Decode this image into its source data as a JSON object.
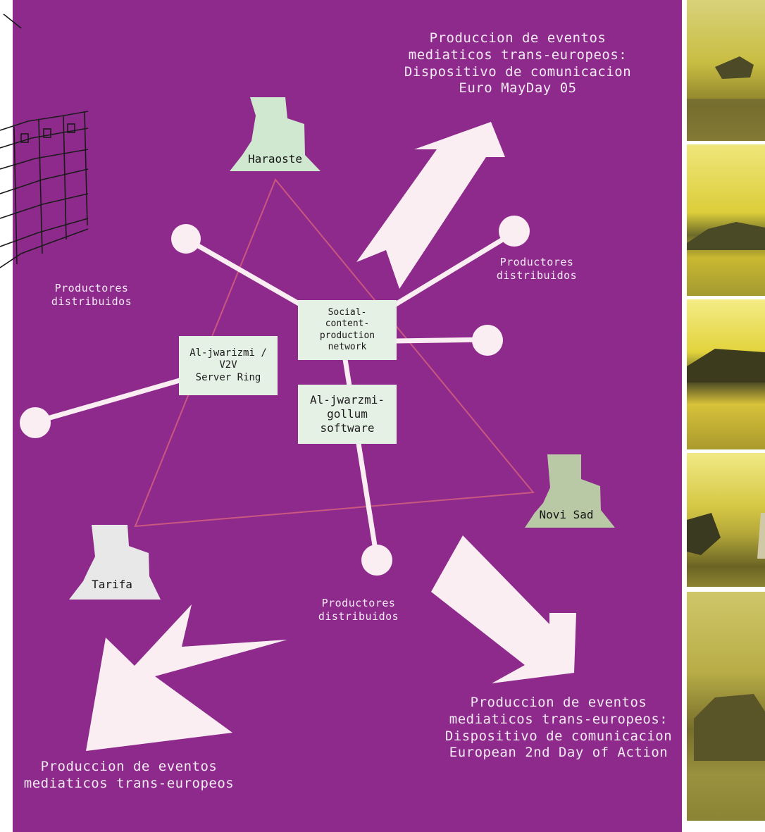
{
  "headings": {
    "top_right": [
      "Produccion de eventos",
      "mediaticos trans-europeos:",
      "Dispositivo de comunicacion",
      "Euro MayDay 05"
    ],
    "bottom_right": [
      "Produccion de eventos",
      "mediaticos trans-europeos:",
      "Dispositivo de comunicacion",
      "European 2nd Day of Action"
    ],
    "bottom_left": [
      "Produccion de eventos",
      "mediaticos trans-europeos"
    ]
  },
  "distributed_producers": {
    "left": [
      "Productores",
      "distribuidos"
    ],
    "right": [
      "Productores",
      "distribuidos"
    ],
    "bottom": [
      "Productores",
      "distribuidos"
    ]
  },
  "boxes": {
    "social_network": [
      "Social-",
      "content-",
      "production",
      "network"
    ],
    "server_ring": [
      "Al-jwarizmi /",
      "V2V",
      "Server Ring"
    ],
    "gollum": [
      "Al-jwarzmi-",
      "gollum",
      "software"
    ]
  },
  "places": {
    "harqoste": "Haraoste",
    "novi_sad": "Novi Sad",
    "tarifa": "Tarifa"
  },
  "colors": {
    "background": "#8e2a8c",
    "arrow": "#fbeef3",
    "box": "#e6f1e6",
    "triangle": "#c9577f",
    "place_green": "#cfe8cf",
    "place_olive": "#b9c9a6",
    "place_grey": "#e8e8e8",
    "photo_tint": "#c9b928"
  }
}
